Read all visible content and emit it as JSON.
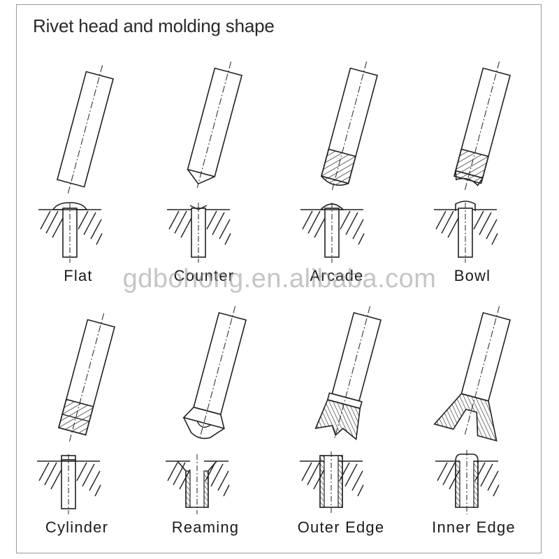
{
  "title": "Rivet head and molding shape",
  "watermark": "gdbohong.en.alibaba.com",
  "shapes": [
    {
      "label": "Flat"
    },
    {
      "label": "Counter"
    },
    {
      "label": "Arcade"
    },
    {
      "label": "Bowl"
    },
    {
      "label": "Cylinder"
    },
    {
      "label": "Reaming"
    },
    {
      "label": "Outer Edge"
    },
    {
      "label": "Inner Edge"
    }
  ]
}
